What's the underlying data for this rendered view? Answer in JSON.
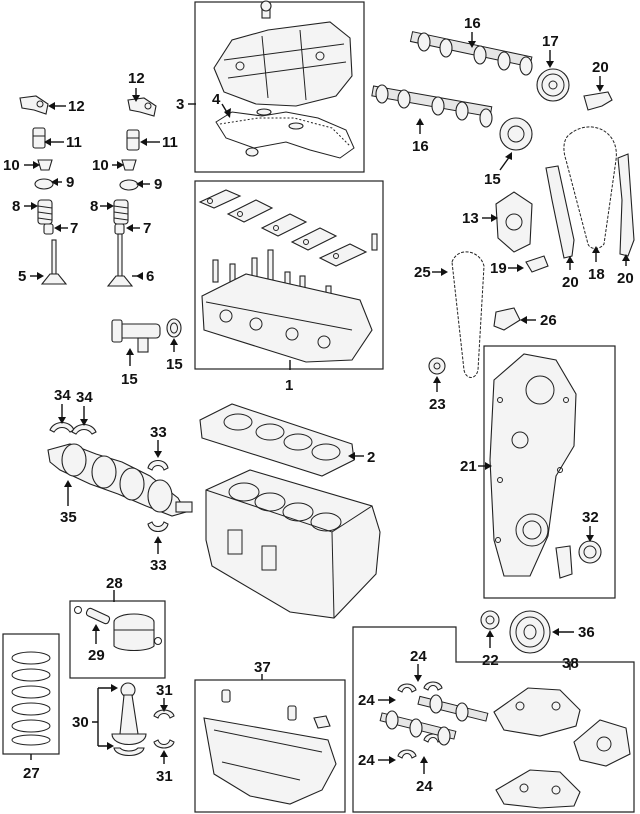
{
  "callouts": {
    "c1": "1",
    "c2": "2",
    "c3": "3",
    "c4": "4",
    "c5": "5",
    "c6": "6",
    "c7a": "7",
    "c7b": "7",
    "c8a": "8",
    "c8b": "8",
    "c9a": "9",
    "c9b": "9",
    "c10a": "10",
    "c10b": "10",
    "c11a": "11",
    "c11b": "11",
    "c12a": "12",
    "c12b": "12",
    "c13": "13",
    "c15a": "15",
    "c15b": "15",
    "c15c": "15",
    "c16a": "16",
    "c16b": "16",
    "c17": "17",
    "c18": "18",
    "c19": "19",
    "c20a": "20",
    "c20b": "20",
    "c20c": "20",
    "c21": "21",
    "c22": "22",
    "c23": "23",
    "c24a": "24",
    "c24b": "24",
    "c24c": "24",
    "c24d": "24",
    "c25": "25",
    "c26": "26",
    "c27": "27",
    "c28": "28",
    "c29": "29",
    "c30": "30",
    "c31a": "31",
    "c31b": "31",
    "c32": "32",
    "c33a": "33",
    "c33b": "33",
    "c34a": "34",
    "c34b": "34",
    "c35": "35",
    "c36": "36",
    "c37": "37",
    "c38": "38"
  }
}
